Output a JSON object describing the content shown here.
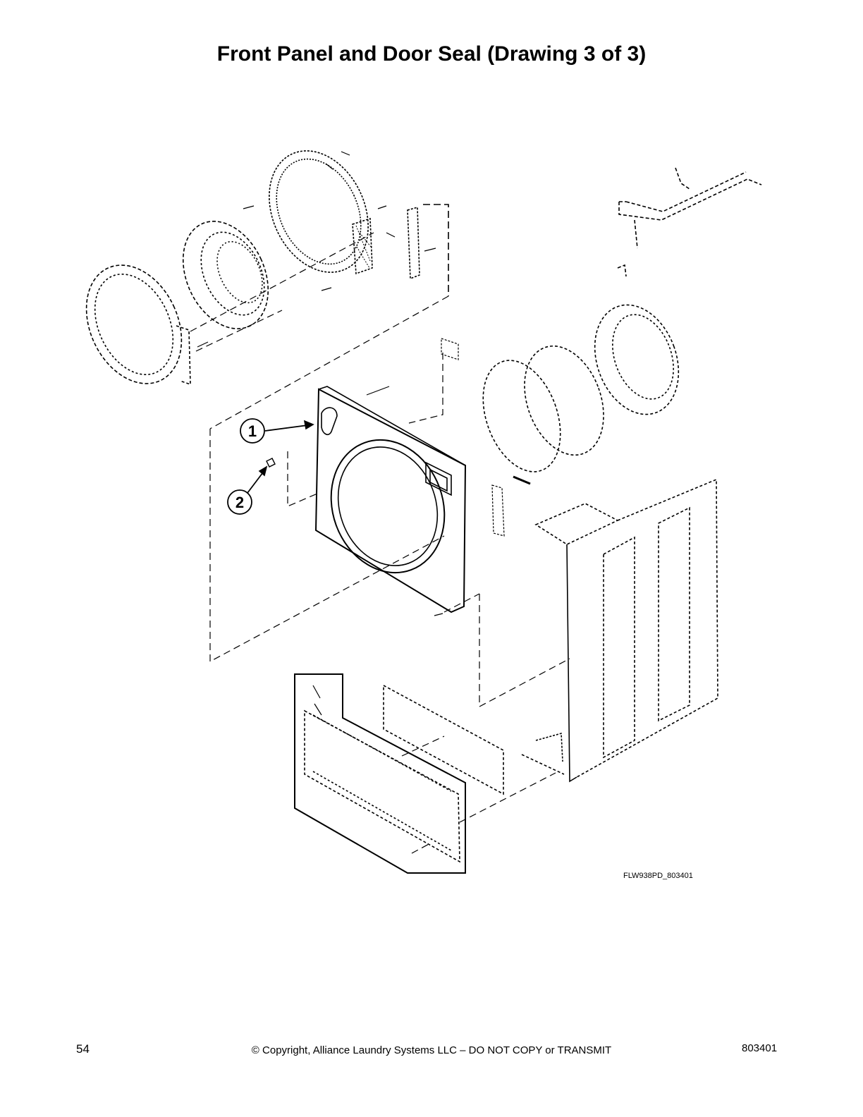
{
  "page": {
    "title": "Front Panel and Door Seal (Drawing 3 of 3)",
    "drawing_id": "FLW938PD_803401",
    "page_number": "54",
    "copyright": "© Copyright, Alliance Laundry Systems LLC – DO NOT COPY or TRANSMIT",
    "document_number": "803401"
  },
  "callouts": [
    {
      "label": "1"
    },
    {
      "label": "2"
    }
  ]
}
